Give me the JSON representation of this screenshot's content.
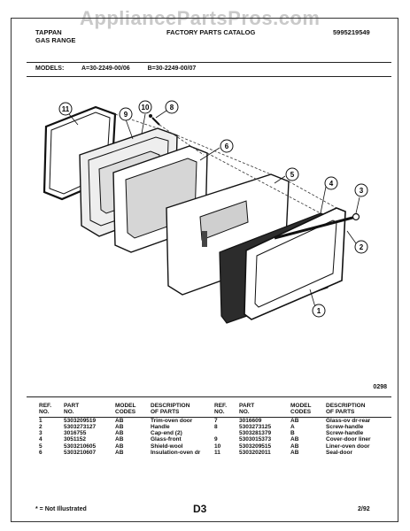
{
  "watermark": "AppliancePartsPros.com",
  "header": {
    "brand": "TAPPAN",
    "product": "GAS RANGE",
    "catalog": "FACTORY PARTS CATALOG",
    "doc_number": "5995219549"
  },
  "models": {
    "label": "MODELS:",
    "a": "A=30-2249-00/06",
    "b": "B=30-2249-00/07"
  },
  "figure_code": "0298",
  "callouts": [
    "11",
    "9",
    "10",
    "8",
    "6",
    "5",
    "4",
    "3",
    "2",
    "1"
  ],
  "table_headers": {
    "ref1": "REF.",
    "ref2": "NO.",
    "part1": "PART",
    "part2": "NO.",
    "model1": "MODEL",
    "model2": "CODES",
    "desc1": "DESCRIPTION",
    "desc2": "OF PARTS"
  },
  "parts_left": [
    {
      "ref": "1",
      "part": "5303209519",
      "code": "AB",
      "desc": "Trim-oven door"
    },
    {
      "ref": "2",
      "part": "5303273127",
      "code": "AB",
      "desc": "Handle"
    },
    {
      "ref": "3",
      "part": "3016755",
      "code": "AB",
      "desc": "Cap-end (2)"
    },
    {
      "ref": "4",
      "part": "3051152",
      "code": "AB",
      "desc": "Glass-front"
    },
    {
      "ref": "5",
      "part": "5303210605",
      "code": "AB",
      "desc": "Shield-wool"
    },
    {
      "ref": "6",
      "part": "5303210607",
      "code": "AB",
      "desc": "Insulation-oven dr"
    }
  ],
  "parts_right": [
    {
      "ref": "7",
      "part": "3016609",
      "code": "AB",
      "desc": "Glass-ov dr-rear"
    },
    {
      "ref": "8",
      "part": "5303273125",
      "code": "A",
      "desc": "Screw-handle"
    },
    {
      "ref": "",
      "part": "5303281379",
      "code": "B",
      "desc": "Screw-handle"
    },
    {
      "ref": "9",
      "part": "5303015373",
      "code": "AB",
      "desc": "Cover-door liner"
    },
    {
      "ref": "10",
      "part": "5303209515",
      "code": "AB",
      "desc": "Liner-oven door"
    },
    {
      "ref": "11",
      "part": "5303202011",
      "code": "AB",
      "desc": "Seal-door"
    }
  ],
  "footer": {
    "note": "* = Not Illustrated",
    "page": "D3",
    "date": "2/92"
  }
}
